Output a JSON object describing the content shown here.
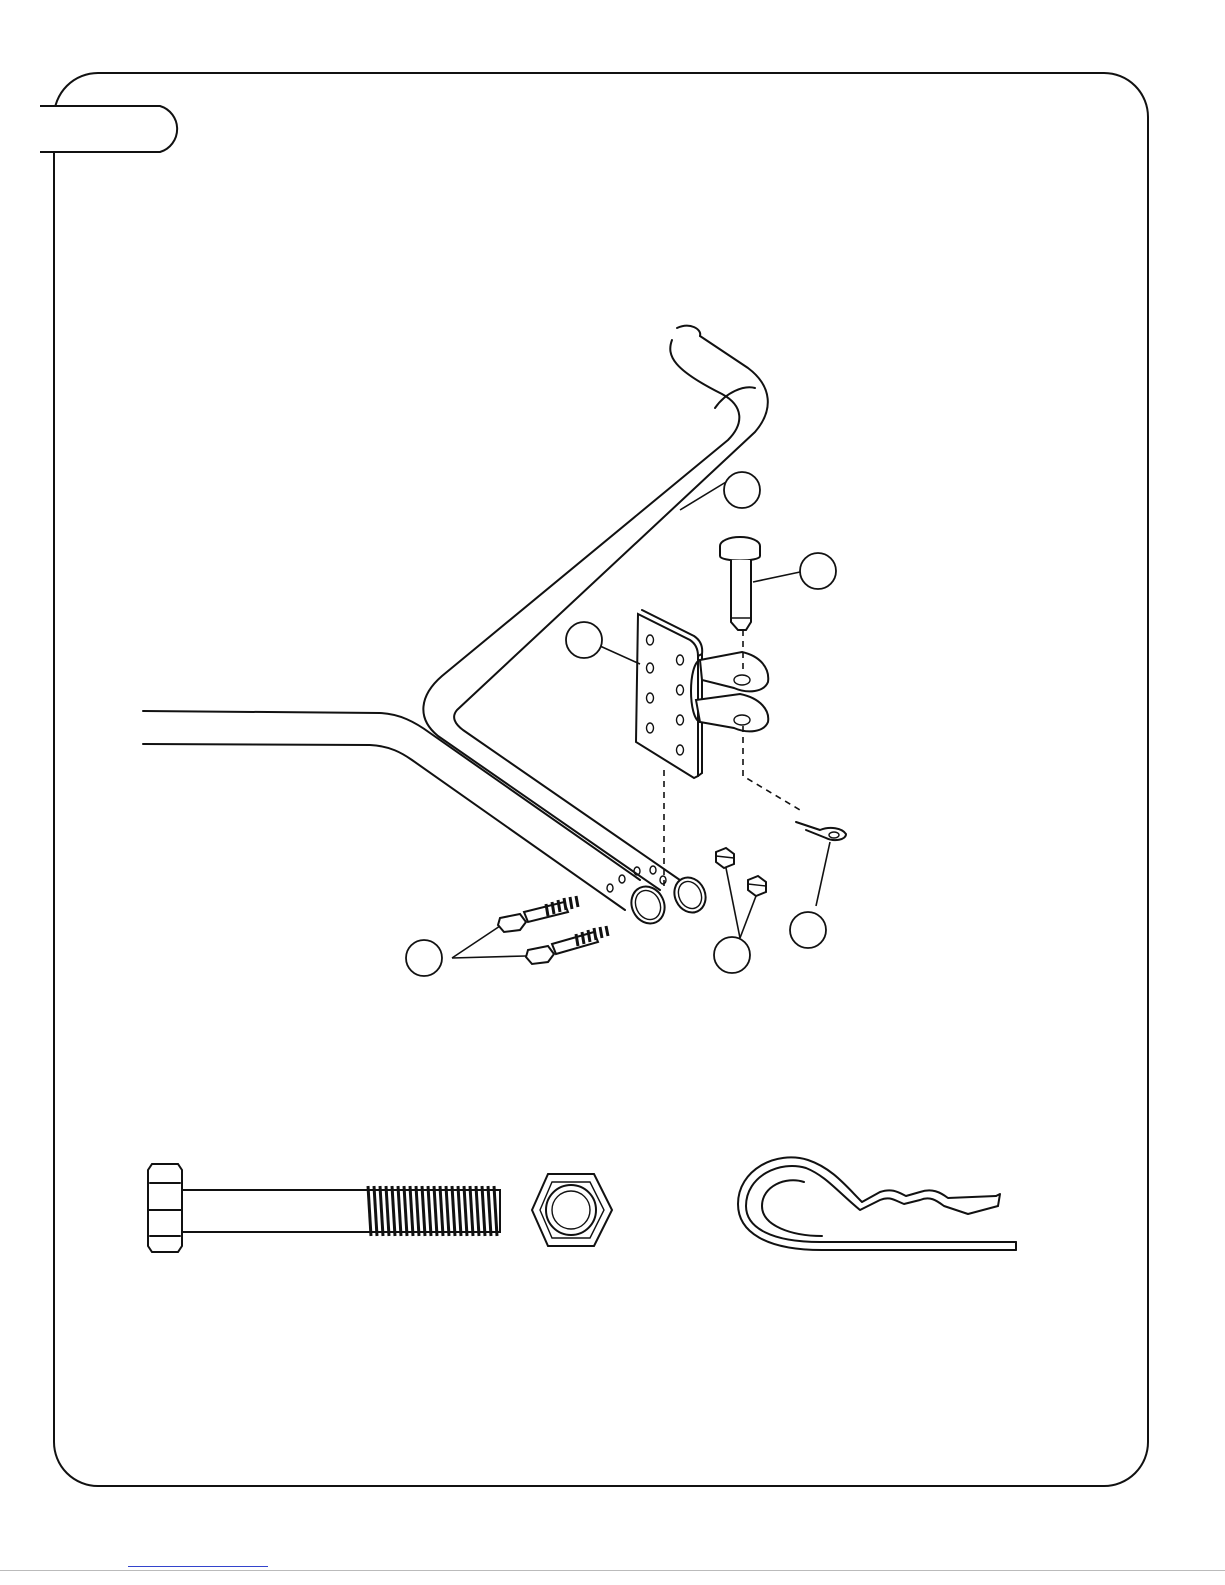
{
  "page": {
    "step_tab": {
      "label": ""
    },
    "diagram": {
      "parts": [
        {
          "id": "tow-bar",
          "callout": ""
        },
        {
          "id": "hitch-pin",
          "callout": ""
        },
        {
          "id": "mounting-bracket",
          "callout": ""
        },
        {
          "id": "hex-bolts",
          "callout": ""
        },
        {
          "id": "lock-nuts",
          "callout": ""
        },
        {
          "id": "hair-pin-clip",
          "callout": ""
        }
      ]
    },
    "hardware": [
      {
        "id": "bolt-and-nut",
        "label": ""
      },
      {
        "id": "hair-pin",
        "label": ""
      }
    ]
  }
}
